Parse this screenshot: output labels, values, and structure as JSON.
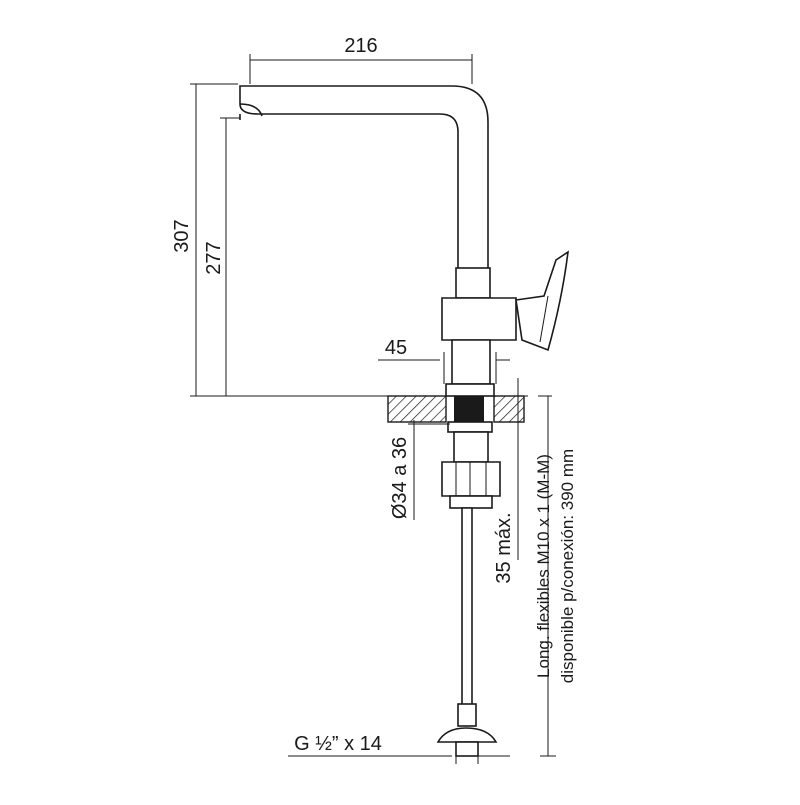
{
  "dimensions": {
    "spout_reach": "216",
    "total_height": "307",
    "spout_height": "277",
    "base_diameter": "45",
    "hole_diameter": "Ø34 a 36",
    "max_counter_thickness": "35 máx.",
    "connection_thread": "G ½” x 14"
  },
  "notes": {
    "hose_line_1": "Long. flexibles M10 x 1 (M-M)",
    "hose_line_2": "disponible p/conexión: 390 mm"
  }
}
